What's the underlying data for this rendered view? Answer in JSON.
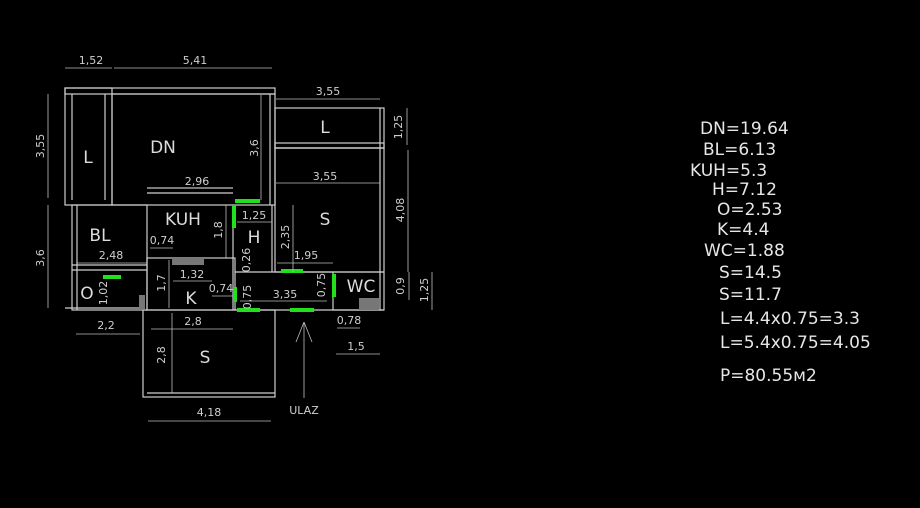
{
  "rooms": {
    "l1": "L",
    "dn": "DN",
    "l2": "L",
    "kuh": "KUH",
    "s1": "S",
    "h": "H",
    "bl": "BL",
    "wc": "WC",
    "o": "O",
    "k": "K",
    "s2": "S"
  },
  "dims": [
    "1,52",
    "5,41",
    "3,55",
    "3,55",
    "3,6",
    "1,25",
    "3,55",
    "4,08",
    "2,96",
    "1,25",
    "1,8",
    "2,35",
    "0,74",
    "3,6",
    "2,48",
    "1,95",
    "0,26",
    "1,32",
    "1,7",
    "0,74",
    "0,75",
    "0,9",
    "1,25",
    "1,02",
    "0,75",
    "3,35",
    "2,2",
    "2,8",
    "0,78",
    "1,5",
    "2,8",
    "4,18"
  ],
  "entrance_label": "ULAZ",
  "areas": [
    "DN=19.64",
    "BL=6.13",
    "KUH=5.3",
    "H=7.12",
    "O=2.53",
    "K=4.4",
    "WC=1.88",
    "S=14.5",
    "S=11.7",
    "L=4.4x0.75=3.3",
    "L=5.4x0.75=4.05"
  ],
  "total": "P=80.55м2",
  "colors": {
    "background": "#000000",
    "lines": "#cfcfcf",
    "doors": "#22e01e"
  }
}
